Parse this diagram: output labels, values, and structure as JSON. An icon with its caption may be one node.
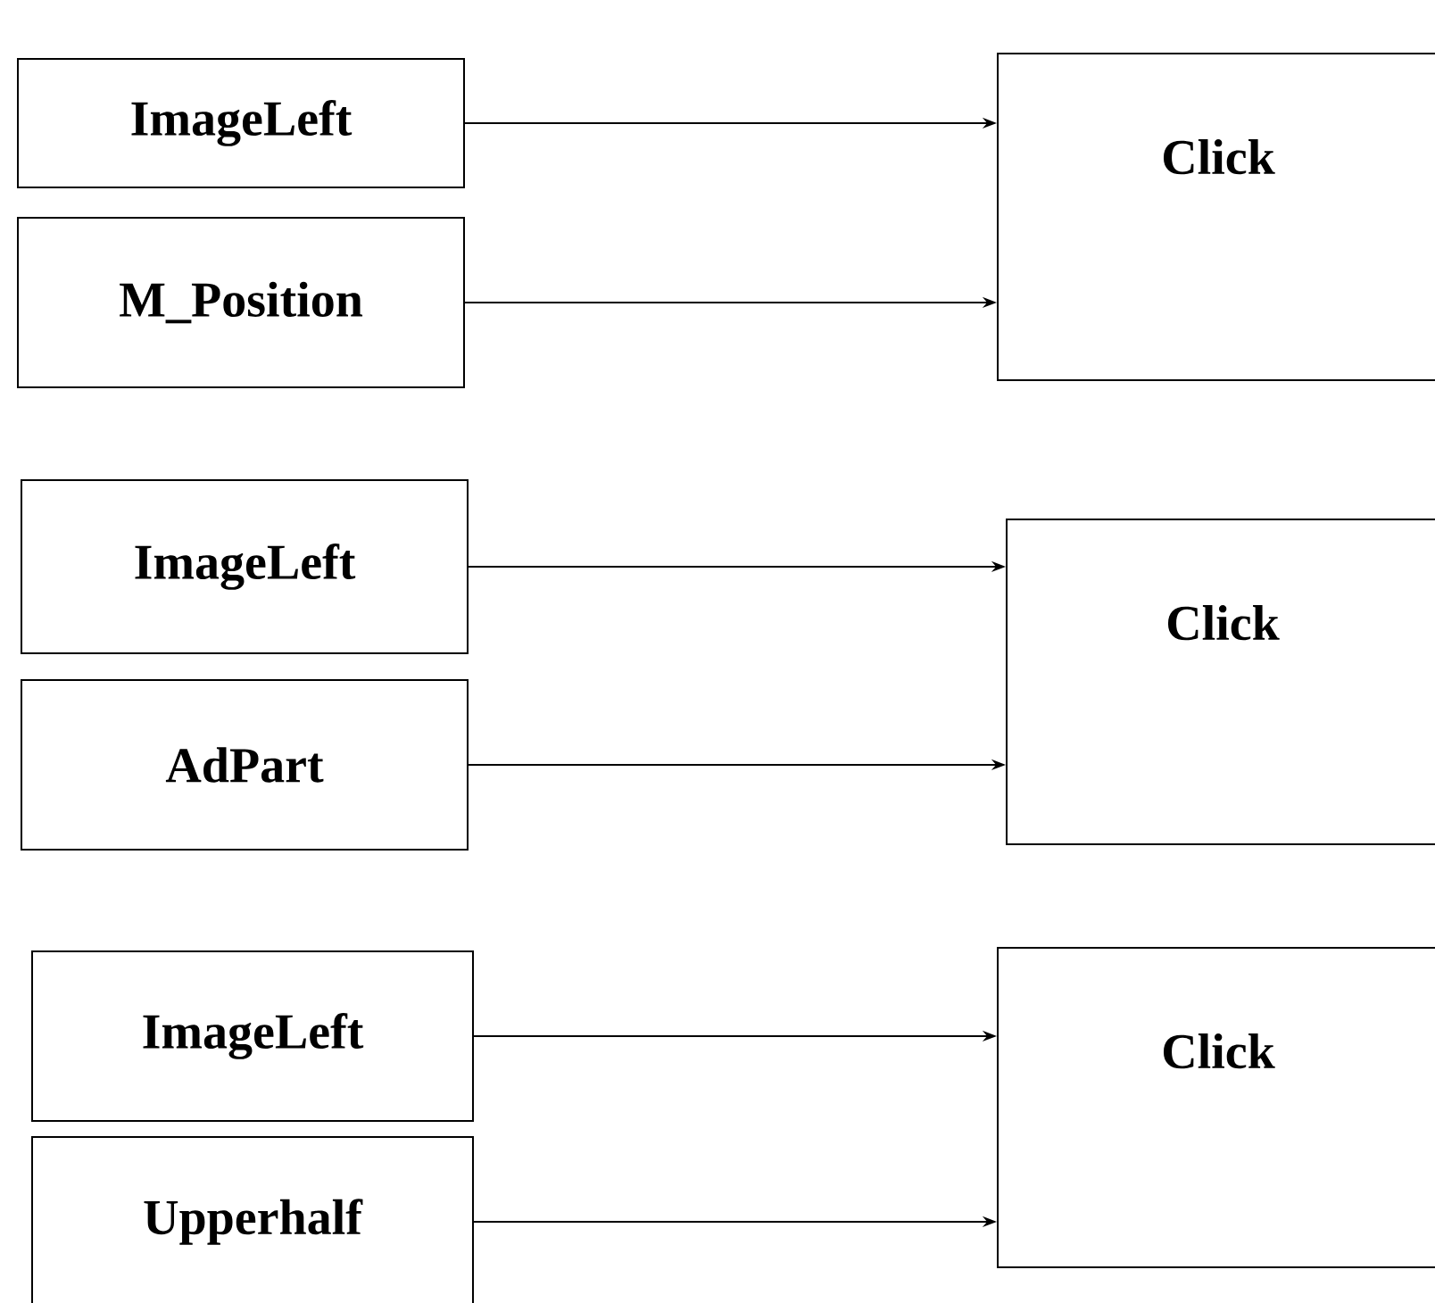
{
  "diagram": {
    "nodes": [
      {
        "text": [
          "ImageLeft"
        ]
      },
      {
        "text": [
          "M_Position"
        ]
      },
      {
        "text": [
          "Click"
        ]
      },
      {
        "text": [
          "ImageLeft"
        ]
      },
      {
        "text": [
          "AdPart"
        ]
      },
      {
        "text": [
          "Click"
        ]
      },
      {
        "text": [
          "ImageLeft"
        ]
      },
      {
        "text": [
          "Upperhalf"
        ]
      },
      {
        "text": [
          "Click"
        ]
      }
    ],
    "edges": [
      {
        "from": 0,
        "to": 2,
        "arrow": "to"
      },
      {
        "from": 1,
        "to": 2,
        "arrow": "to"
      },
      {
        "from": 3,
        "to": 5,
        "arrow": "to"
      },
      {
        "from": 4,
        "to": 5,
        "arrow": "to"
      },
      {
        "from": 6,
        "to": 8,
        "arrow": "to"
      },
      {
        "from": 7,
        "to": 8,
        "arrow": "to"
      }
    ]
  }
}
